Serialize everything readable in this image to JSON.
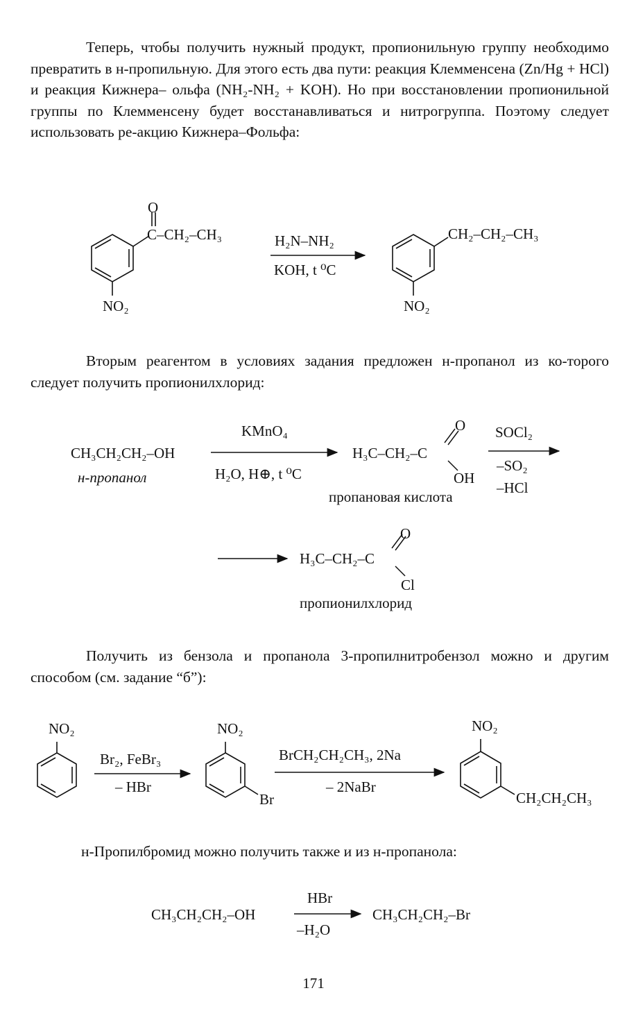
{
  "paragraphs": [
    "Теперь, чтобы получить нужный продукт, пропионильную группу необходимо превратить в н-пропильную. Для этого есть два пути: реакция Клемменсена (Zn/Hg + HCl) и реакция Кижнера– ольфа (NH₂-NH₂ + KOH). Но при восстановлении  пропионильной группы по Клемменсену будет восстанавливаться и нитрогруппа. Поэтому следует использовать ре-акцию Кижнера–Фольфа:",
    "Вторым реагентом в условиях задания предложен н-пропанол из ко-торого следует получить пропионилхлорид:",
    "Получить из бензола и пропанола 3-пропилнитробензол можно и другим способом (см. задание “б”):",
    "н-Пропилбромид можно получить также и из н-пропанола:"
  ],
  "scheme1": {
    "reactant_o": "O",
    "reactant_chain": "C–CH₂–CH₃",
    "reactant_nitro": "NO₂",
    "reagent_top": "H₂N–NH₂",
    "reagent_bottom": "KOH, t ⁰C",
    "product_chain": "CH₂–CH₂–CH₃",
    "product_nitro": "NO₂"
  },
  "scheme2": {
    "propanol": "CH₃CH₂CH₂–OH",
    "propanol_name": "н-пропанол",
    "reagent1_top": "KMnO₄",
    "reagent1_bottom": "H₂O, H⊕, t ⁰C",
    "acid_chain": "H₃C–CH₂–C",
    "acid_o": "O",
    "acid_oh": "OH",
    "acid_name": "пропановая кислота",
    "reagent2_top": "SOCl₂",
    "reagent2_bottom1": "–SO₂",
    "reagent2_bottom2": "–HCl",
    "chloride_chain": "H₃C–CH₂–C",
    "chloride_o": "O",
    "chloride_cl": "Cl",
    "chloride_name": "пропионилхлорид"
  },
  "scheme3": {
    "nitro1": "NO₂",
    "reagent1_top": "Br₂, FeBr₃",
    "reagent1_bottom": "– HBr",
    "nitro2": "NO₂",
    "br": "Br",
    "reagent2_top": "BrCH₂CH₂CH₃, 2Na",
    "reagent2_bottom": "– 2NaBr",
    "nitro3": "NO₂",
    "propyl": "CH₂CH₂CH₃"
  },
  "scheme4": {
    "reactant": "CH₃CH₂CH₂–OH",
    "reagent_top": "HBr",
    "reagent_bottom": "–H₂O",
    "product": "CH₃CH₂CH₂–Br"
  },
  "page_number": "171"
}
